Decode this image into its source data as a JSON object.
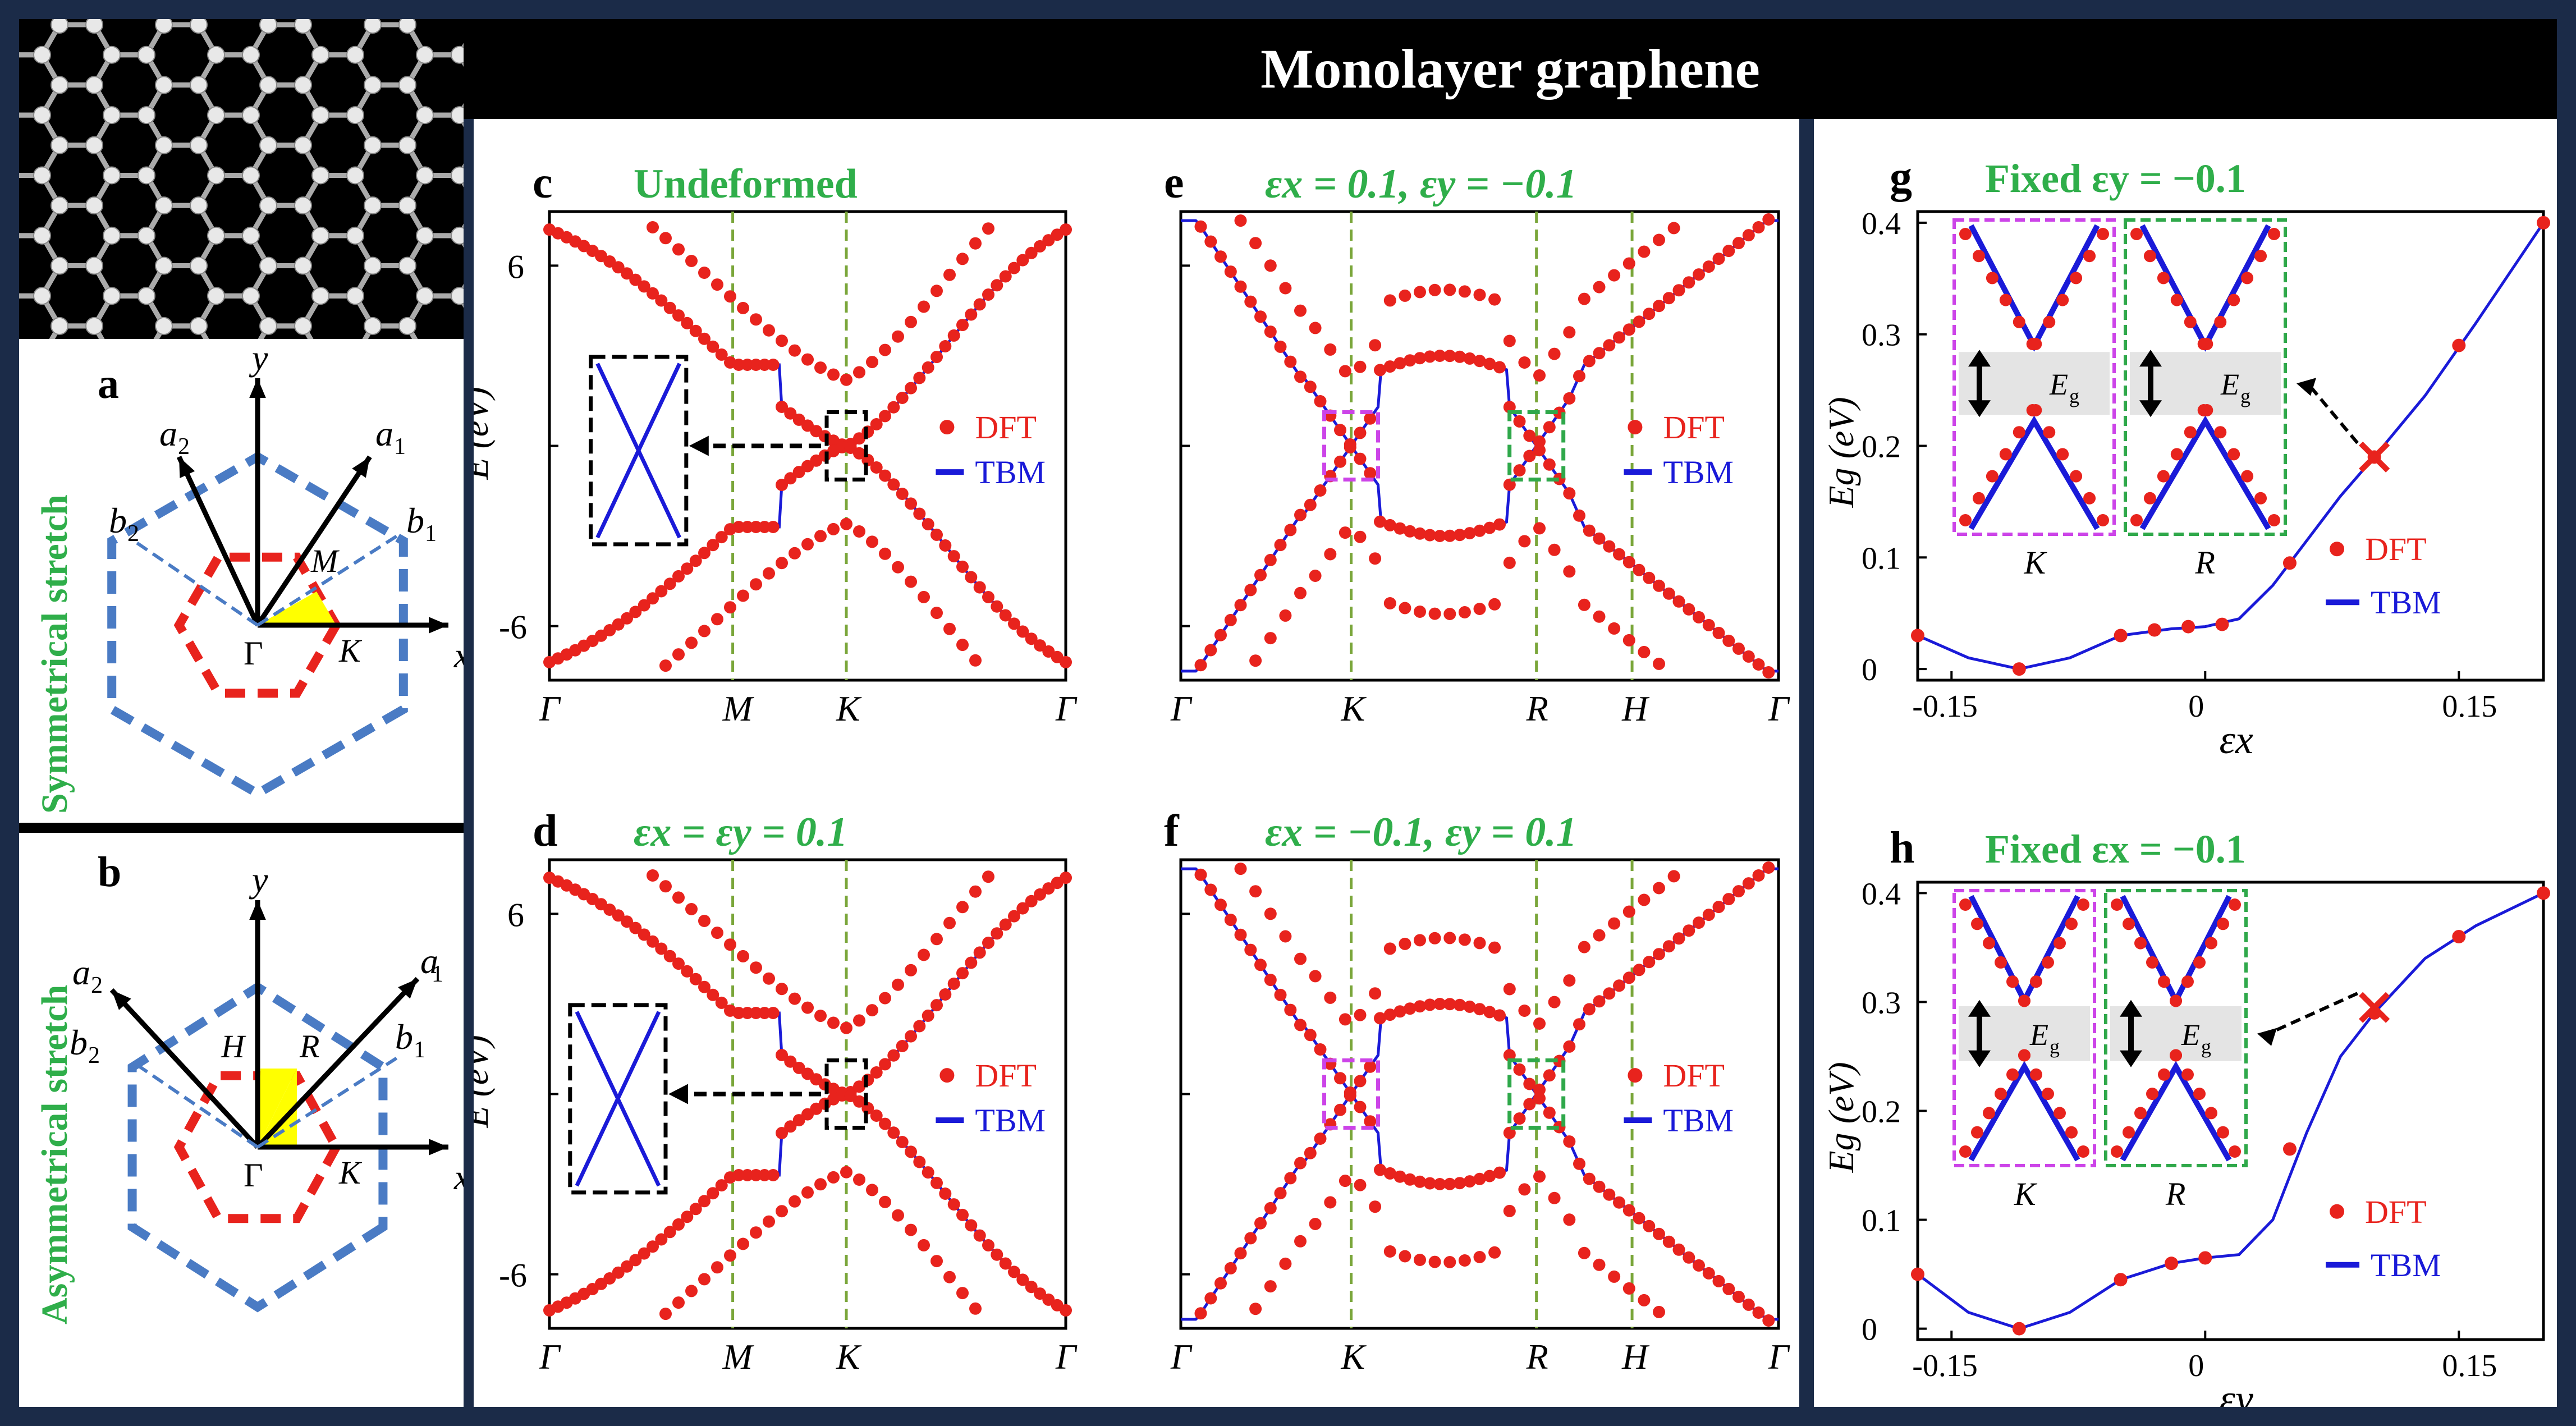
{
  "header": {
    "title": "Monolayer graphene"
  },
  "left": {
    "label_sym": "Symmetrical stretch",
    "label_asym": "Asymmetrical stretch",
    "panel_a": "a",
    "panel_b": "b",
    "bz_labels": {
      "y": "y",
      "x": "x",
      "a1": "a",
      "a2": "a",
      "a_sub1": "1",
      "a_sub2": "2",
      "b1": "b",
      "b2": "b",
      "b_sub1": "1",
      "b_sub2": "2",
      "gamma": "Γ",
      "K": "K",
      "M": "M",
      "H": "H",
      "R": "R"
    },
    "colors": {
      "blue_bz": "#4a7bc4",
      "red_bz": "#e8231d",
      "yellow": "#ffff00"
    }
  },
  "band_panels": [
    {
      "id": "c",
      "label": "c",
      "title": "Undeformed",
      "path": [
        "Γ",
        "M",
        "K",
        "Γ"
      ],
      "ymarks": [
        "6",
        "-6"
      ],
      "ylabel": "E (eV)",
      "legend": [
        "DFT",
        "TBM"
      ]
    },
    {
      "id": "d",
      "label": "d",
      "title": "εx = εy = 0.1",
      "path": [
        "Γ",
        "M",
        "K",
        "Γ"
      ],
      "ymarks": [
        "6",
        "-6"
      ],
      "ylabel": "E (eV)",
      "legend": [
        "DFT",
        "TBM"
      ]
    },
    {
      "id": "e",
      "label": "e",
      "title": "εx = 0.1, εy = −0.1",
      "path": [
        "Γ",
        "K",
        "R",
        "H",
        "Γ"
      ],
      "legend": [
        "DFT",
        "TBM"
      ]
    },
    {
      "id": "f",
      "label": "f",
      "title": "εx = −0.1, εy = 0.1",
      "path": [
        "Γ",
        "K",
        "R",
        "H",
        "Γ"
      ],
      "legend": [
        "DFT",
        "TBM"
      ]
    }
  ],
  "chart_data": [
    {
      "type": "scatter",
      "panel": "g",
      "title": "Fixed εy = −0.1",
      "xlabel": "εx",
      "ylabel": "Eg (eV)",
      "xlim": [
        -0.17,
        0.2
      ],
      "ylim": [
        -0.01,
        0.41
      ],
      "xticks": [
        "-0.15",
        "0",
        "0.15"
      ],
      "yticks": [
        "0",
        "0.1",
        "0.2",
        "0.3",
        "0.4"
      ],
      "series": [
        {
          "name": "DFT",
          "x": [
            -0.17,
            -0.11,
            -0.05,
            -0.03,
            -0.01,
            0.01,
            0.05,
            0.1,
            0.15,
            0.2
          ],
          "y": [
            0.03,
            0.0,
            0.03,
            0.035,
            0.038,
            0.04,
            0.095,
            0.19,
            0.29,
            0.4
          ]
        },
        {
          "name": "TBM",
          "x": [
            -0.17,
            -0.14,
            -0.11,
            -0.08,
            -0.05,
            -0.02,
            0.0,
            0.02,
            0.04,
            0.06,
            0.08,
            0.1,
            0.13,
            0.16,
            0.2
          ],
          "y": [
            0.03,
            0.01,
            0.0,
            0.01,
            0.03,
            0.036,
            0.038,
            0.045,
            0.075,
            0.115,
            0.155,
            0.19,
            0.245,
            0.31,
            0.4
          ]
        }
      ],
      "marker": {
        "x": 0.1,
        "y": 0.19
      },
      "inset_labels": [
        "K",
        "R"
      ],
      "inset_gap": "E",
      "inset_gap_sub": "g",
      "legend": [
        "DFT",
        "TBM"
      ]
    },
    {
      "type": "scatter",
      "panel": "h",
      "title": "Fixed εx = −0.1",
      "xlabel": "εy",
      "ylabel": "Eg (eV)",
      "xlim": [
        -0.17,
        0.2
      ],
      "ylim": [
        -0.01,
        0.41
      ],
      "xticks": [
        "-0.15",
        "0",
        "0.15"
      ],
      "yticks": [
        "0",
        "0.1",
        "0.2",
        "0.3",
        "0.4"
      ],
      "series": [
        {
          "name": "DFT",
          "x": [
            -0.17,
            -0.11,
            -0.05,
            -0.02,
            0.0,
            0.05,
            0.1,
            0.15,
            0.2
          ],
          "y": [
            0.05,
            0.0,
            0.045,
            0.06,
            0.065,
            0.165,
            0.29,
            0.36,
            0.4
          ]
        },
        {
          "name": "TBM",
          "x": [
            -0.17,
            -0.14,
            -0.11,
            -0.08,
            -0.05,
            -0.02,
            0.0,
            0.02,
            0.04,
            0.06,
            0.08,
            0.1,
            0.13,
            0.16,
            0.2
          ],
          "y": [
            0.05,
            0.015,
            0.0,
            0.015,
            0.045,
            0.06,
            0.065,
            0.068,
            0.1,
            0.18,
            0.25,
            0.29,
            0.34,
            0.37,
            0.4
          ]
        }
      ],
      "marker": {
        "x": 0.1,
        "y": 0.295
      },
      "inset_labels": [
        "K",
        "R"
      ],
      "inset_gap": "E",
      "inset_gap_sub": "g",
      "legend": [
        "DFT",
        "TBM"
      ]
    }
  ],
  "styles": {
    "green": "#2fae4a",
    "red": "#e8231d",
    "blue": "#1a1ad8",
    "purple": "#cc44e8",
    "box_green": "#2fa84a"
  }
}
